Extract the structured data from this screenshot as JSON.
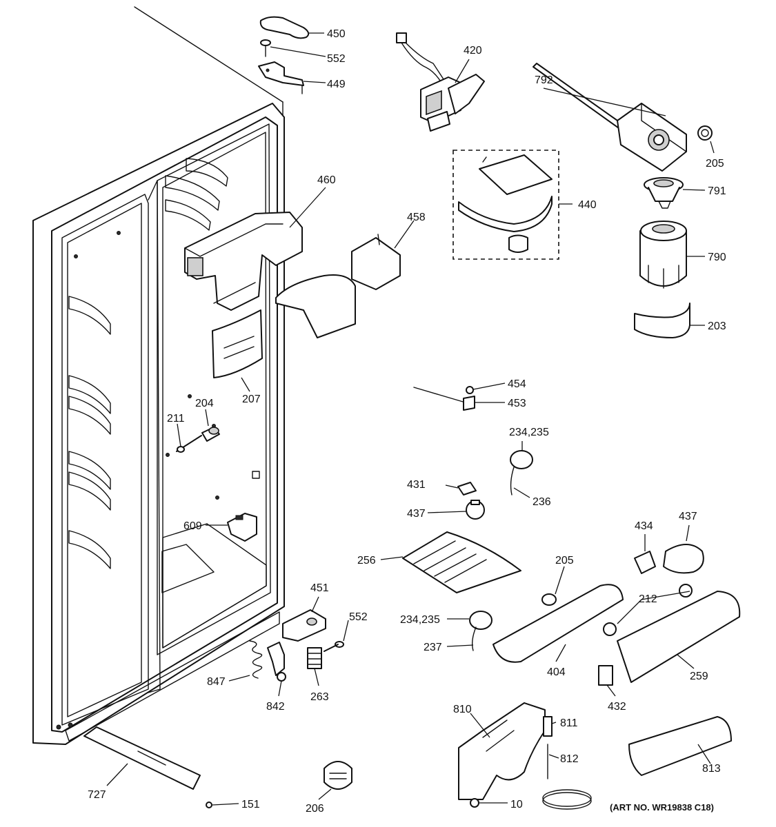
{
  "art_number": "(ART NO. WR19838 C18)",
  "callouts": [
    {
      "id": "450",
      "text": "450"
    },
    {
      "id": "552a",
      "text": "552"
    },
    {
      "id": "449",
      "text": "449"
    },
    {
      "id": "420",
      "text": "420"
    },
    {
      "id": "792",
      "text": "792"
    },
    {
      "id": "205a",
      "text": "205"
    },
    {
      "id": "791",
      "text": "791"
    },
    {
      "id": "440",
      "text": "440"
    },
    {
      "id": "460",
      "text": "460"
    },
    {
      "id": "458",
      "text": "458"
    },
    {
      "id": "790",
      "text": "790"
    },
    {
      "id": "203",
      "text": "203"
    },
    {
      "id": "207",
      "text": "207"
    },
    {
      "id": "204",
      "text": "204"
    },
    {
      "id": "211",
      "text": "211"
    },
    {
      "id": "454",
      "text": "454"
    },
    {
      "id": "453",
      "text": "453"
    },
    {
      "id": "234_235a",
      "text": "234,235"
    },
    {
      "id": "431",
      "text": "431"
    },
    {
      "id": "236",
      "text": "236"
    },
    {
      "id": "437a",
      "text": "437"
    },
    {
      "id": "609",
      "text": "609"
    },
    {
      "id": "434",
      "text": "434"
    },
    {
      "id": "437b",
      "text": "437"
    },
    {
      "id": "256",
      "text": "256"
    },
    {
      "id": "205b",
      "text": "205"
    },
    {
      "id": "451",
      "text": "451"
    },
    {
      "id": "212",
      "text": "212"
    },
    {
      "id": "552b",
      "text": "552"
    },
    {
      "id": "234_235b",
      "text": "234,235"
    },
    {
      "id": "237",
      "text": "237"
    },
    {
      "id": "404",
      "text": "404"
    },
    {
      "id": "259",
      "text": "259"
    },
    {
      "id": "847",
      "text": "847"
    },
    {
      "id": "263",
      "text": "263"
    },
    {
      "id": "842",
      "text": "842"
    },
    {
      "id": "432",
      "text": "432"
    },
    {
      "id": "810",
      "text": "810"
    },
    {
      "id": "811",
      "text": "811"
    },
    {
      "id": "812",
      "text": "812"
    },
    {
      "id": "813",
      "text": "813"
    },
    {
      "id": "727",
      "text": "727"
    },
    {
      "id": "151",
      "text": "151"
    },
    {
      "id": "206",
      "text": "206"
    },
    {
      "id": "10",
      "text": "10"
    }
  ]
}
